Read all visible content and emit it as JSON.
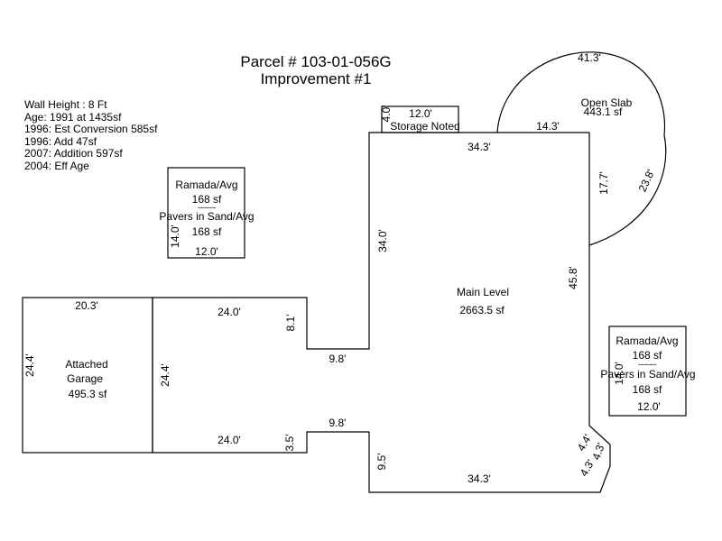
{
  "title": {
    "line1": "Parcel # 103-01-056G",
    "line2": "Improvement #1"
  },
  "notes": [
    "Wall Height : 8 Ft",
    "Age: 1991 at 1435sf",
    "1996: Est Conversion 585sf",
    "1996: Add 47sf",
    "2007: Addition 597sf",
    "2004: Eff Age"
  ],
  "ramada_left": {
    "name": "Ramada/Avg",
    "area": "168 sf",
    "separator": "--------",
    "name2": "Pavers in Sand/Avg",
    "area2": "168 sf",
    "dim_side": "14.0'",
    "dim_bottom": "12.0'"
  },
  "ramada_right": {
    "name": "Ramada/Avg",
    "area": "168 sf",
    "separator": "--------",
    "name2": "Pavers in Sand/Avg",
    "area2": "168 sf",
    "dim_side": "14.0'",
    "dim_bottom": "12.0'"
  },
  "storage": {
    "name": "Storage Noted",
    "dim_top": "12.0'",
    "dim_side": "4.0'"
  },
  "open_slab": {
    "name": "Open Slab",
    "area": "443.1 sf",
    "dim_top": "41.3'",
    "dim_bottom": "14.3'",
    "dim_side": "17.7'",
    "dim_arc": "23.8'"
  },
  "main_level": {
    "name": "Main Level",
    "area": "2663.5 sf",
    "dim_top": "34.3'",
    "dim_left_upper": "34.0'",
    "dim_right": "45.8'",
    "dim_step_upper_h": "9.8'",
    "dim_step_upper_v": "8.1'",
    "dim_step_lower_h": "9.8'",
    "dim_step_lower_v": "3.5'",
    "dim_left_lower": "9.5'",
    "dim_bottom": "34.3'",
    "dim_wing_top": "24.0'",
    "dim_wing_bottom": "24.0'",
    "dim_wing_left": "24.4'",
    "dim_corner_1": "4.4'",
    "dim_corner_2": "4.3'",
    "dim_corner_3": "4.3'"
  },
  "garage": {
    "name_line1": "Attached",
    "name_line2": "Garage",
    "area": "495.3 sf",
    "dim_top": "20.3'",
    "dim_left": "24.4'"
  }
}
